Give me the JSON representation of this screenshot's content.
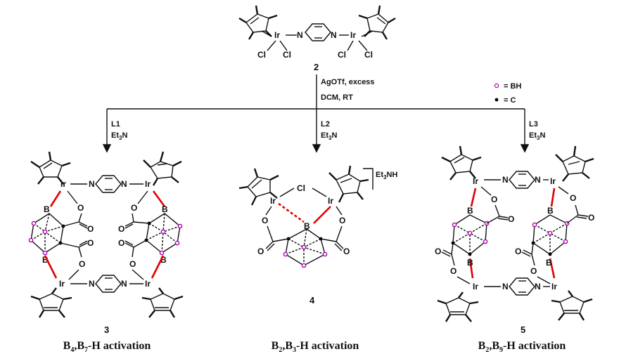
{
  "compound_2": {
    "label": "2",
    "metal": "Ir",
    "linker_n": "N",
    "halide": "Cl"
  },
  "reaction": {
    "reagent_1": "AgOTf, excess",
    "reagent_2": "DCM, RT"
  },
  "legend": {
    "bh_label": "= BH",
    "c_label": "= C",
    "bh_color": "#b000b0",
    "c_color": "#000000"
  },
  "branches": [
    {
      "ligand": "L1",
      "base": "Et",
      "base_sub": "3",
      "base_tail": "N",
      "product_label": "3",
      "caption": {
        "b1": "B",
        "s1": "4",
        "sep": ",",
        "b2": "B",
        "s2": "7",
        "rest": "-H activation"
      }
    },
    {
      "ligand": "L2",
      "base": "Et",
      "base_sub": "3",
      "base_tail": "N",
      "product_label": "4",
      "caption": {
        "b1": "B",
        "s1": "2",
        "sep": ",",
        "b2": "B",
        "s2": "3",
        "rest": "-H activation"
      }
    },
    {
      "ligand": "L3",
      "base": "Et",
      "base_sub": "3",
      "base_tail": "N",
      "product_label": "5",
      "caption": {
        "b1": "B",
        "s1": "2",
        "sep": ",",
        "b2": "B",
        "s2": "9",
        "rest": "-H activation"
      }
    }
  ],
  "atoms": {
    "ir": "Ir",
    "n": "N",
    "o": "O",
    "b": "B",
    "cl": "Cl",
    "counterion_main": "Et",
    "counterion_sub": "3",
    "counterion_tail": "NH"
  },
  "colors": {
    "highlight_bond": "#e00000",
    "ink": "#111111",
    "boron_vertex": "#b000b0"
  }
}
